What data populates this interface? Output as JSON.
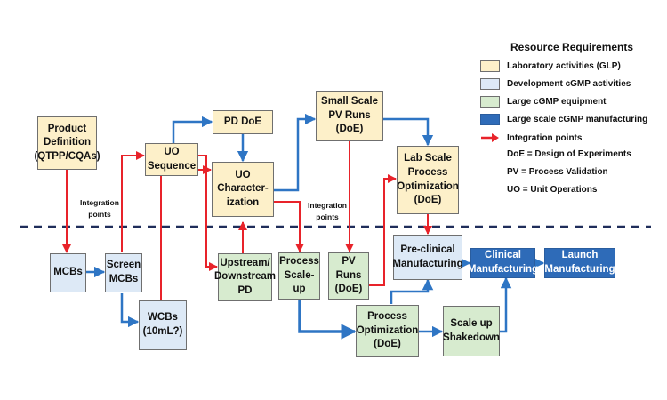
{
  "legend": {
    "title": "Resource Requirements",
    "items": [
      {
        "label": "Laboratory activities (GLP)",
        "color": "#fdf0c9"
      },
      {
        "label": "Development  cGMP activities",
        "color": "#dde9f6"
      },
      {
        "label": "Large cGMP equipment",
        "color": "#d7ebcf"
      },
      {
        "label": "Large scale cGMP manufacturing",
        "color": "#2e6bb8"
      }
    ],
    "integration_label": "Integration points",
    "definitions": [
      "DoE = Design of Experiments",
      "PV = Process Validation",
      "UO = Unit Operations"
    ]
  },
  "nodes": {
    "product_definition": "Product\nDefinition\n(QTPP/CQAs)",
    "uo_sequence": "UO\nSequence",
    "pd_doe": "PD DoE",
    "uo_characterization": "UO\nCharacter-\nization",
    "small_scale_pv": "Small Scale\nPV Runs (DoE)",
    "lab_scale_opt": "Lab Scale\nProcess\nOptimization\n(DoE)",
    "mcbs": "MCBs",
    "screen_mcbs": "Screen\nMCBs",
    "wcbs": "WCBs\n(10mL?)",
    "upstream_downstream": "Upstream/\nDownstream\nPD",
    "process_scaleup": "Process\nScale-up",
    "pv_runs": "PV Runs\n(DoE)",
    "preclinical": "Pre-clinical\nManufacturing",
    "clinical": "Clinical\nManufacturing",
    "launch": "Launch\nManufacturing",
    "process_optimization": "Process\nOptimization\n(DoE)",
    "scaleup_shakedown": "Scale up\nShakedown"
  },
  "notes": {
    "integration_left": "Integration\npoints",
    "integration_mid": "Integration\npoints"
  },
  "colors": {
    "blue_arrow": "#2e75c4",
    "red_arrow": "#e8232a",
    "divider": "#1f2d5a"
  }
}
